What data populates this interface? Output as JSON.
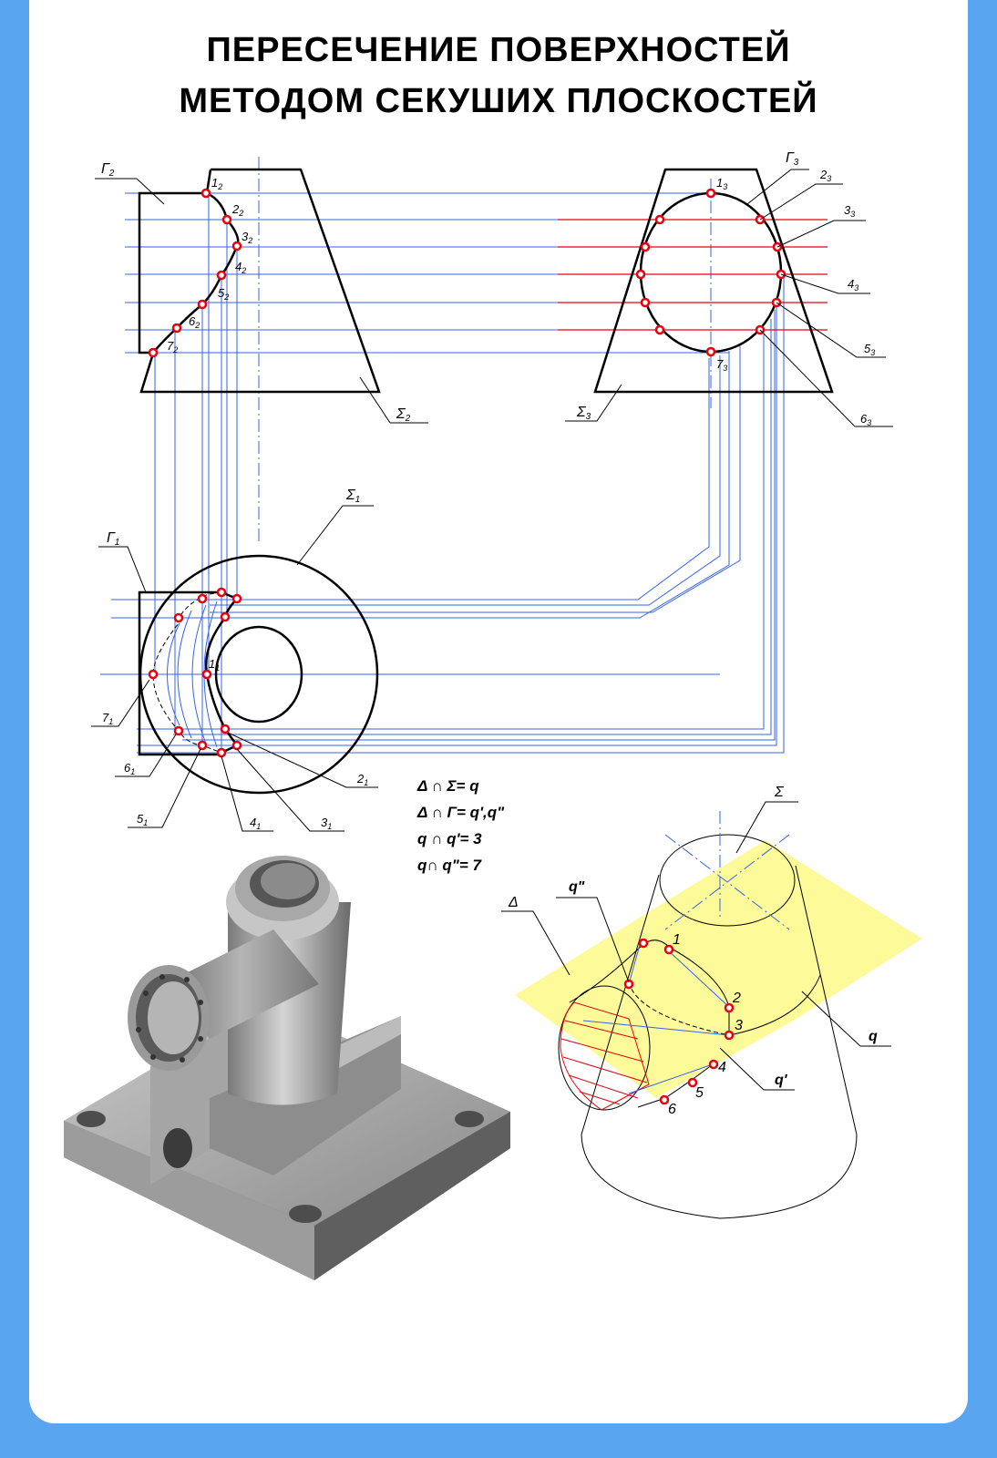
{
  "header": {
    "title_line1": "ПЕРЕСЕЧЕНИЕ ПОВЕРХНОСТЕЙ",
    "title_line2": "МЕТОДОМ СЕКУШИХ ПЛОСКОСТЕЙ"
  },
  "front_view": {
    "surface_cylinder": "Г",
    "surface_cylinder_sub": "2",
    "surface_cone": "Σ",
    "surface_cone_sub": "2",
    "points": [
      {
        "n": "1",
        "s": "2"
      },
      {
        "n": "2",
        "s": "2"
      },
      {
        "n": "3",
        "s": "2"
      },
      {
        "n": "4",
        "s": "2"
      },
      {
        "n": "5",
        "s": "2"
      },
      {
        "n": "6",
        "s": "2"
      },
      {
        "n": "7",
        "s": "2"
      }
    ]
  },
  "side_view": {
    "surface_cylinder": "Г",
    "surface_cylinder_sub": "3",
    "surface_cone": "Σ",
    "surface_cone_sub": "3",
    "points": [
      {
        "n": "1",
        "s": "3"
      },
      {
        "n": "2",
        "s": "3"
      },
      {
        "n": "3",
        "s": "3"
      },
      {
        "n": "4",
        "s": "3"
      },
      {
        "n": "5",
        "s": "3"
      },
      {
        "n": "6",
        "s": "3"
      },
      {
        "n": "7",
        "s": "3"
      }
    ]
  },
  "top_view": {
    "surface_cylinder": "Г",
    "surface_cylinder_sub": "1",
    "surface_cone": "Σ",
    "surface_cone_sub": "1",
    "points": [
      {
        "n": "1",
        "s": "1"
      },
      {
        "n": "2",
        "s": "1"
      },
      {
        "n": "3",
        "s": "1"
      },
      {
        "n": "4",
        "s": "1"
      },
      {
        "n": "5",
        "s": "1"
      },
      {
        "n": "6",
        "s": "1"
      },
      {
        "n": "7",
        "s": "1"
      }
    ]
  },
  "formulas": [
    "Δ ∩ Σ= q",
    "Δ ∩ Г= q',q\"",
    "q ∩ q'= 3",
    "q∩ q\"= 7"
  ],
  "iso_view": {
    "cone_label": "Σ",
    "plane_label": "Δ",
    "curve_q": "q",
    "curve_q1": "q'",
    "curve_q2": "q\"",
    "points": [
      "1",
      "2",
      "3",
      "4",
      "5",
      "6"
    ]
  },
  "colors": {
    "frame": "#5aa5f0",
    "construction_lines": "#3563e9",
    "cutting_planes": "#e8000c",
    "plane_fill": "#fdfa9a",
    "points": "#e8000c"
  }
}
